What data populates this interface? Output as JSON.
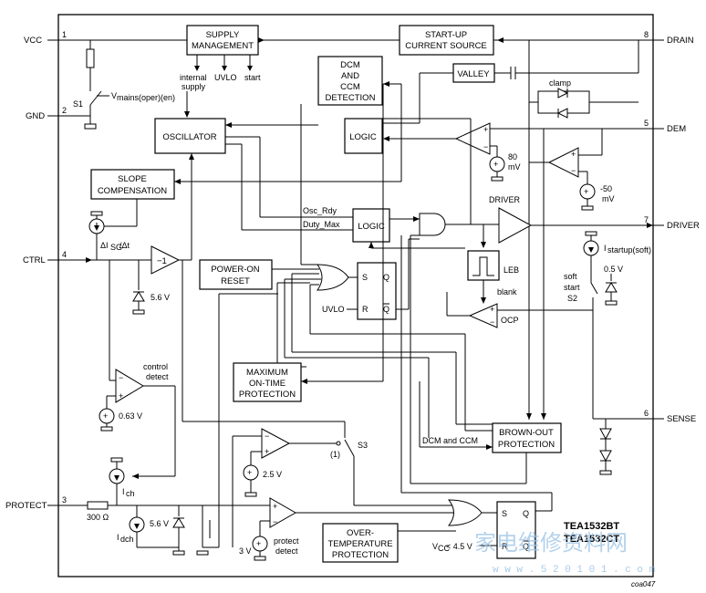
{
  "pins": {
    "vcc": "VCC",
    "vcc_num": "1",
    "gnd": "GND",
    "gnd_num": "2",
    "ctrl": "CTRL",
    "ctrl_num": "4",
    "protect": "PROTECT",
    "protect_num": "3",
    "drain": "DRAIN",
    "drain_num": "8",
    "dem": "DEM",
    "dem_num": "5",
    "driver": "DRIVER",
    "driver_num": "7",
    "sense": "SENSE",
    "sense_num": "6"
  },
  "blocks": {
    "supply_l1": "SUPPLY",
    "supply_l2": "MANAGEMENT",
    "startup_l1": "START-UP",
    "startup_l2": "CURRENT SOURCE",
    "dcm_l1": "DCM",
    "dcm_l2": "AND",
    "dcm_l3": "CCM",
    "dcm_l4": "DETECTION",
    "valley": "VALLEY",
    "oscillator": "OSCILLATOR",
    "logic1": "LOGIC",
    "logic2": "LOGIC",
    "slope_l1": "SLOPE",
    "slope_l2": "COMPENSATION",
    "poweron_l1": "POWER-ON",
    "poweron_l2": "RESET",
    "maxon_l1": "MAXIMUM",
    "maxon_l2": "ON-TIME",
    "maxon_l3": "PROTECTION",
    "brownout_l1": "BROWN-OUT",
    "brownout_l2": "PROTECTION",
    "overtemp_l1": "OVER-",
    "overtemp_l2": "TEMPERATURE",
    "overtemp_l3": "PROTECTION"
  },
  "labels": {
    "internal": "internal",
    "supply": "supply",
    "uvlo_top": "UVLO",
    "start": "start",
    "s1": "S1",
    "vmains": "V",
    "vmains_sub": "mains(oper)(en)",
    "clamp": "clamp",
    "v80": "80",
    "mv1": "mV",
    "vm50": "-50",
    "mv2": "mV",
    "driver_lbl": "DRIVER",
    "osc_rdy": "Osc_Rdy",
    "duty_max": "Duty_Max",
    "disg": "ΔI",
    "disg_sub": "SG",
    "disg_tail": "/Δt",
    "minus1": "−1",
    "v56a": "5.6 V",
    "sr_s": "S",
    "sr_q": "Q",
    "sr_r": "R",
    "sr_qb": "Q",
    "uvlo": "UVLO",
    "leb": "LEB",
    "blank": "blank",
    "istartup": "I",
    "istartup_sub": "startup(soft)",
    "v05": "0.5 V",
    "soft": "soft",
    "start2": "start",
    "s2": "S2",
    "ocp": "OCP",
    "control": "control",
    "detect": "detect",
    "v063": "0.63 V",
    "ich": "I",
    "ich_sub": "ch",
    "v25": "2.5 V",
    "s3": "S3",
    "s3_1": "(1)",
    "dcm_ccm": "DCM and CCM",
    "r300": "300 Ω",
    "idch": "I",
    "idch_sub": "dch",
    "v56b": "5.6 V",
    "v3": "3 V",
    "protect2": "protect",
    "detect2": "detect",
    "sr2_s": "S",
    "sr2_q": "Q",
    "sr2_r": "R",
    "sr2_qb": "Q",
    "vcc45": "V",
    "vcc45_sub": "CC",
    "vcc45_tail": " < 4.5 V",
    "chip1": "TEA1532BT",
    "chip2": "TEA1532CT",
    "fig": "coa047"
  },
  "watermark": {
    "cn": "家电维修资料网",
    "url": "w w w . 5 2 0 1 0 1 . c o m"
  }
}
